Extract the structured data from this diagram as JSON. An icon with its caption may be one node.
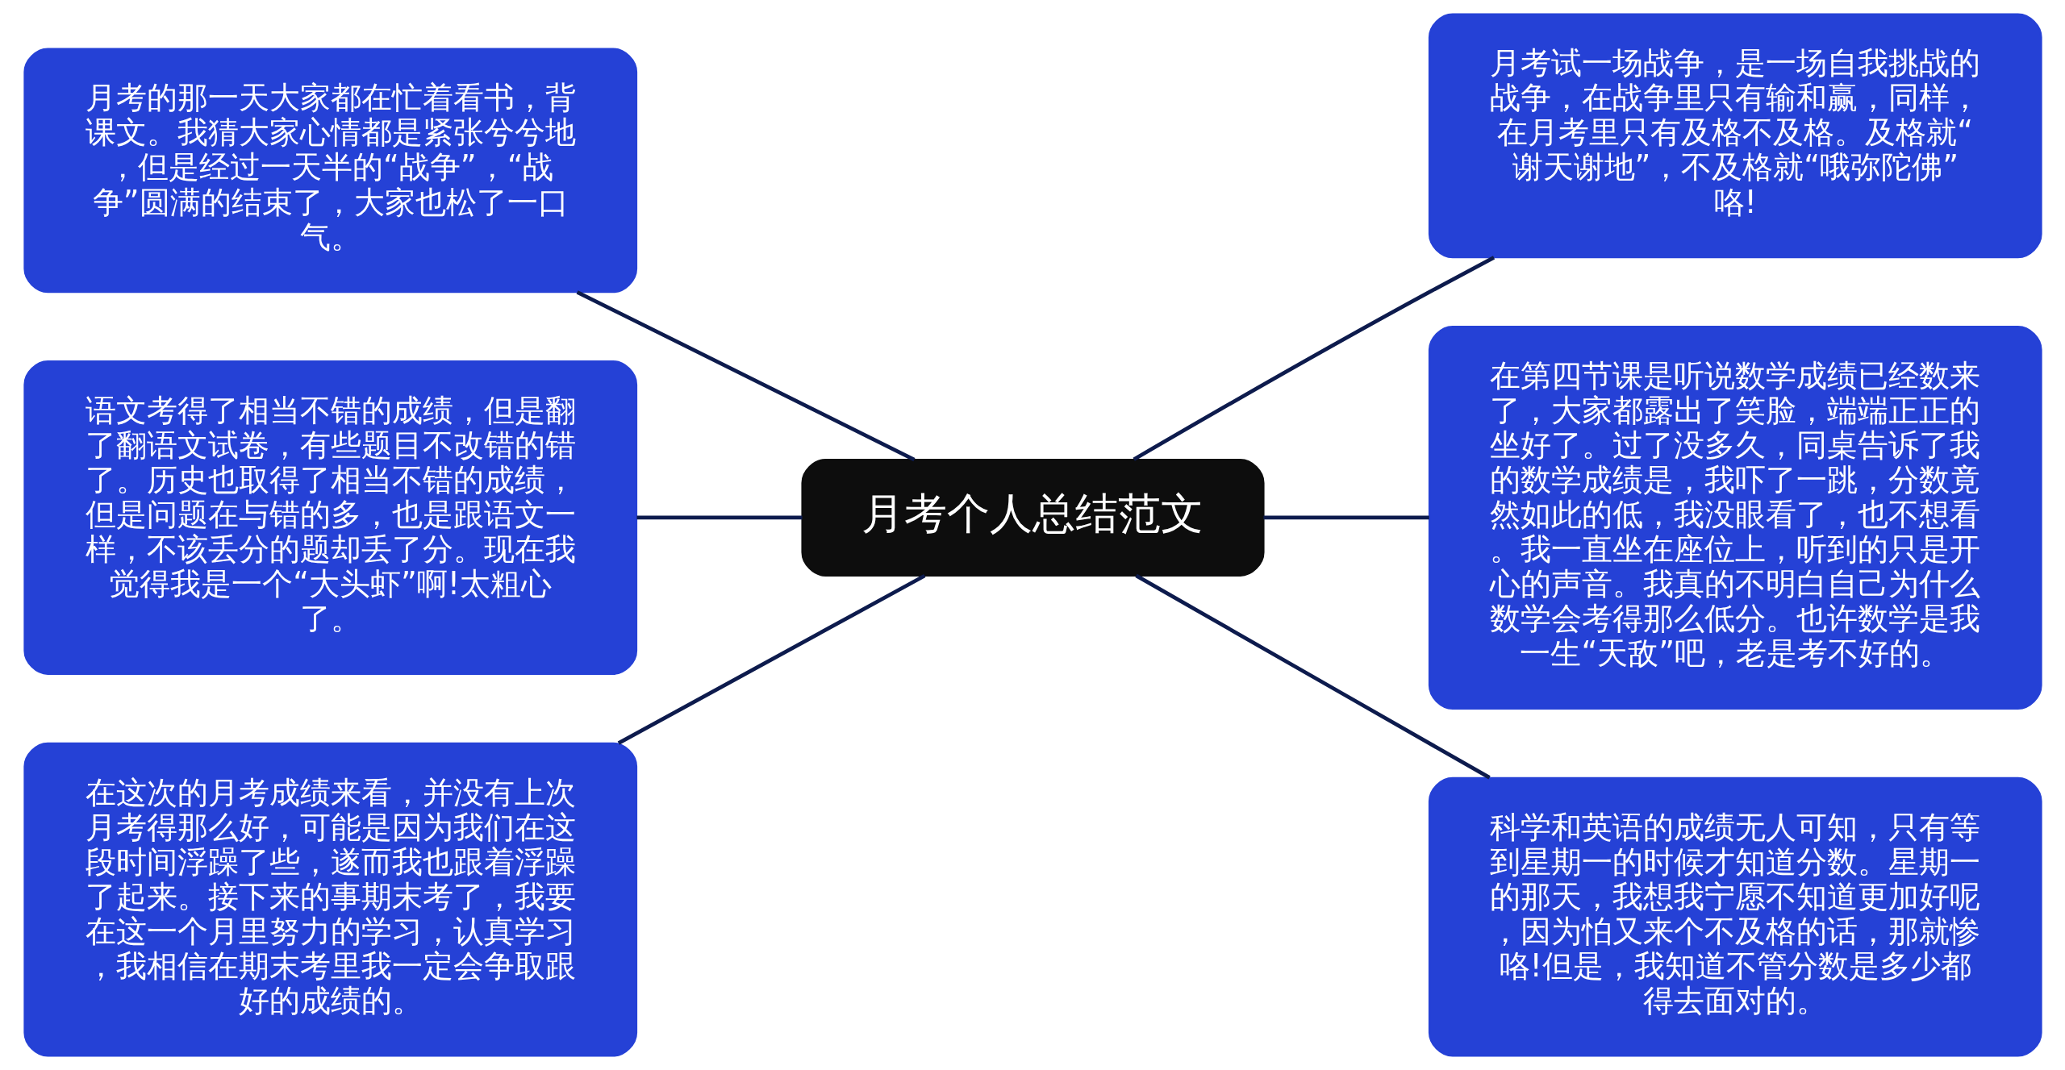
{
  "diagram": {
    "nodes": [
      {
        "text": [
          "月考个人总结范文"
        ]
      },
      {
        "text": [
          "月考的那一天大家都在忙着看书，背课文。我猜大家心情都是紧张兮兮地，但是经过一天半的“战争”，“战争”圆满的结束了，大家也松了一口气。"
        ]
      },
      {
        "text": [
          "语文考得了相当不错的成绩，但是翻了翻语文试卷，有些题目不改错的错了。历史也取得了相当不错的成绩，但是问题在与错的多，也是跟语文一样，不该丢分的题却丢了分。现在我觉得我是一个“大头虾”啊!太粗心了。"
        ]
      },
      {
        "text": [
          "在这次的月考成绩来看，并没有上次月考得那么好，可能是因为我们在这段时间浮躁了些，遂而我也跟着浮躁了起来。接下来的事期末考了，我要在这一个月里努力的学习，认真学习，我相信在期末考里我一定会争取跟好的成绩的。"
        ]
      },
      {
        "text": [
          "月考试一场战争，是一场自我挑战的战争，在战争里只有输和赢，同样，在月考里只有及格不及格。及格就“谢天谢地”，不及格就“哦弥陀佛”咯!"
        ]
      },
      {
        "text": [
          "在第四节课是听说数学成绩已经数来了，大家都露出了笑脸，端端正正的坐好了。过了没多久，同桌告诉了我的数学成绩是，我吓了一跳，分数竟然如此的低，我没眼看了，也不想看。我一直坐在座位上，听到的只是开心的声音。我真的不明白自己为什么数学会考得那么低分。也许数学是我一生“天敌”吧，老是考不好的。"
        ]
      },
      {
        "text": [
          "科学和英语的成绩无人可知，只有等到星期一的时候才知道分数。星期一的那天，我想我宁愿不知道更加好呢，因为怕又来个不及格的话，那就惨咯!但是，我知道不管分数是多少都得去面对的。"
        ]
      }
    ],
    "edges": [
      {
        "from": 1,
        "to": 0,
        "arrow": "none"
      },
      {
        "from": 2,
        "to": 0,
        "arrow": "none"
      },
      {
        "from": 3,
        "to": 0,
        "arrow": "none"
      },
      {
        "from": 0,
        "to": 4,
        "arrow": "none"
      },
      {
        "from": 0,
        "to": 5,
        "arrow": "none"
      },
      {
        "from": 0,
        "to": 6,
        "arrow": "none"
      }
    ]
  }
}
